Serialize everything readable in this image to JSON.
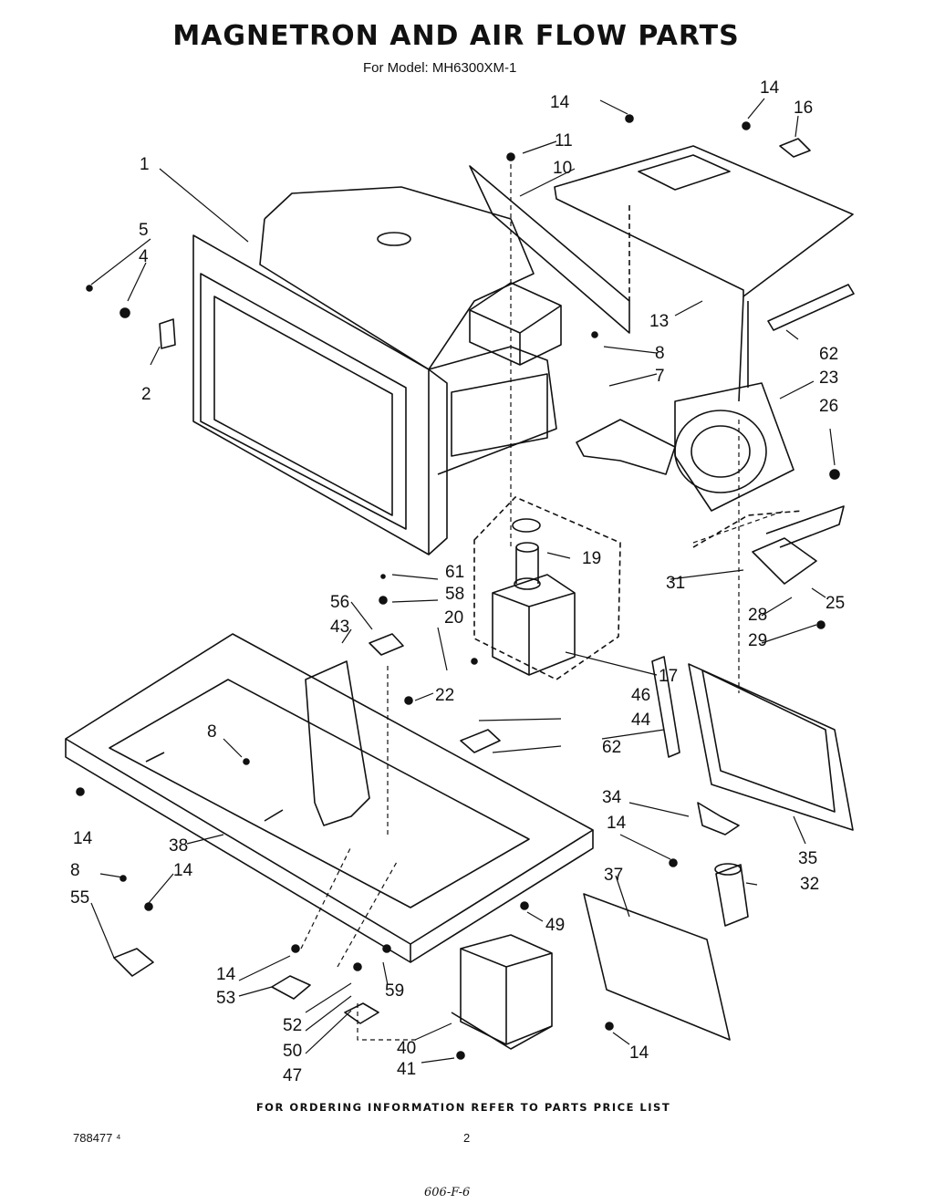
{
  "title": "MAGNETRON AND AIR FLOW PARTS",
  "subtitle": "For Model: MH6300XM-1",
  "footer": "FOR ORDERING INFORMATION REFER TO PARTS PRICE LIST",
  "doc_number": "788477 ⁴",
  "page_number": "2",
  "handwritten_note": "606-F-6",
  "callouts": [
    "1",
    "2",
    "4",
    "5",
    "7",
    "8",
    "10",
    "11",
    "13",
    "14",
    "16",
    "17",
    "19",
    "20",
    "22",
    "23",
    "25",
    "26",
    "28",
    "29",
    "31",
    "32",
    "34",
    "35",
    "37",
    "38",
    "40",
    "41",
    "43",
    "44",
    "46",
    "47",
    "49",
    "50",
    "52",
    "53",
    "55",
    "56",
    "58",
    "59",
    "61",
    "62"
  ]
}
